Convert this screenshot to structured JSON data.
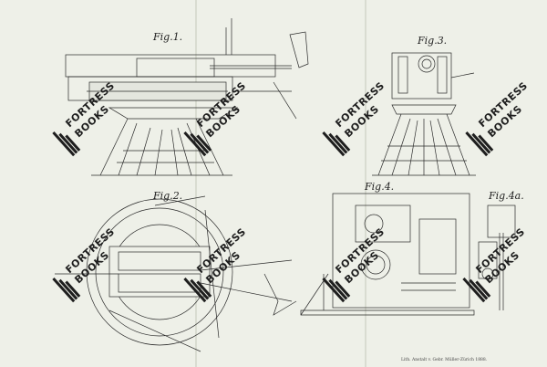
{
  "figures": {
    "fig1": "Fig.1.",
    "fig2": "Fig.2.",
    "fig3": "Fig.3.",
    "fig4": "Fig.4.",
    "fig4a": "Fig.4a."
  },
  "watermark": {
    "line1": "FORTRESS",
    "line2": "BOOKS"
  },
  "credit": "Lith. Anstalt v. Gebr. Müller-Zürich 1888."
}
